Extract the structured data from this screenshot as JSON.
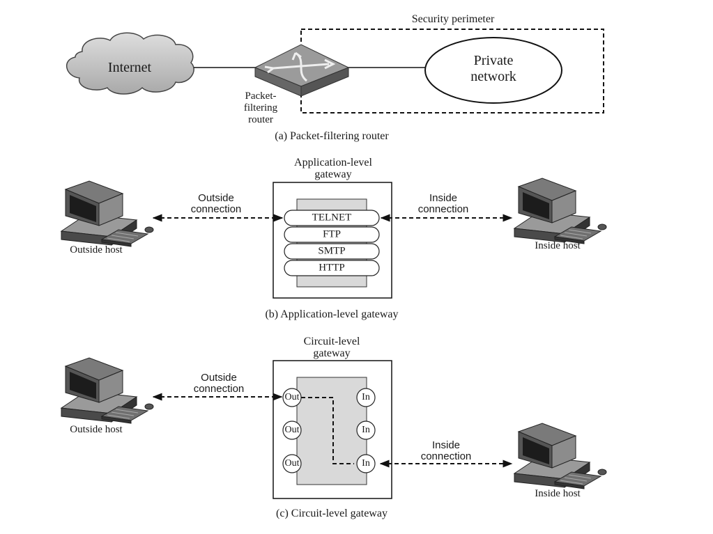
{
  "panel_a": {
    "security_perimeter": "Security perimeter",
    "internet": "Internet",
    "private_network_line1": "Private",
    "private_network_line2": "network",
    "router_line1": "Packet-",
    "router_line2": "filtering",
    "router_line3": "router",
    "caption": "(a) Packet-filtering router"
  },
  "panel_b": {
    "title_line1": "Application-level",
    "title_line2": "gateway",
    "outside_line1": "Outside",
    "outside_line2": "connection",
    "inside_line1": "Inside",
    "inside_line2": "connection",
    "outside_host": "Outside host",
    "inside_host": "Inside host",
    "protocols": [
      "TELNET",
      "FTP",
      "SMTP",
      "HTTP"
    ],
    "caption": "(b) Application-level gateway"
  },
  "panel_c": {
    "title_line1": "Circuit-level",
    "title_line2": "gateway",
    "outside_line1": "Outside",
    "outside_line2": "connection",
    "inside_line1": "Inside",
    "inside_line2": "connection",
    "outside_host": "Outside host",
    "inside_host": "Inside host",
    "out_ports": [
      "Out",
      "Out",
      "Out"
    ],
    "in_ports": [
      "In",
      "In",
      "In"
    ],
    "caption": "(c) Circuit-level gateway"
  }
}
